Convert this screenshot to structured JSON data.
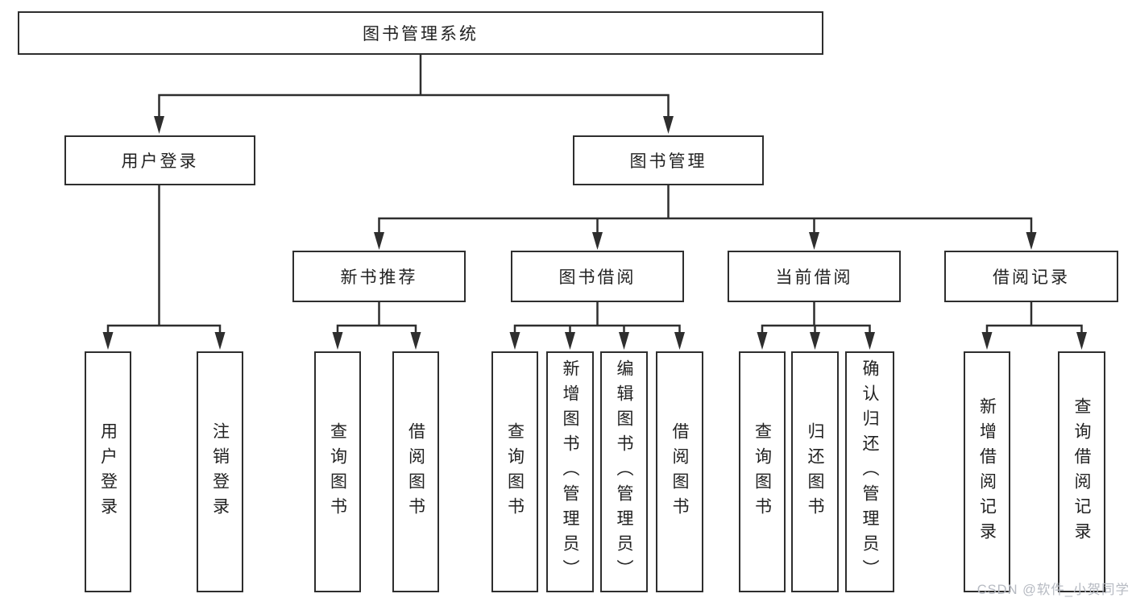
{
  "diagram": {
    "root": {
      "label": "图书管理系统"
    },
    "branches": [
      {
        "label": "用户登录",
        "children": [
          {
            "label": "用户登录"
          },
          {
            "label": "注销登录"
          }
        ]
      },
      {
        "label": "图书管理",
        "children": [
          {
            "label": "新书推荐",
            "children": [
              {
                "label": "查询图书"
              },
              {
                "label": "借阅图书"
              }
            ]
          },
          {
            "label": "图书借阅",
            "children": [
              {
                "label": "查询图书"
              },
              {
                "label": "新增图书（管理员）"
              },
              {
                "label": "编辑图书（管理员）"
              },
              {
                "label": "借阅图书"
              }
            ]
          },
          {
            "label": "当前借阅",
            "children": [
              {
                "label": "查询图书"
              },
              {
                "label": "归还图书"
              },
              {
                "label": "确认归还（管理员）"
              }
            ]
          },
          {
            "label": "借阅记录",
            "children": [
              {
                "label": "新增借阅记录"
              },
              {
                "label": "查询借阅记录"
              }
            ]
          }
        ]
      }
    ]
  },
  "watermark": {
    "text": "CSDN @软件_小贺同学"
  },
  "colors": {
    "line": "#2e2e2e",
    "box_border": "#2e2e2e",
    "text": "#222222",
    "background": "#ffffff",
    "watermark": "#b6bac2"
  }
}
